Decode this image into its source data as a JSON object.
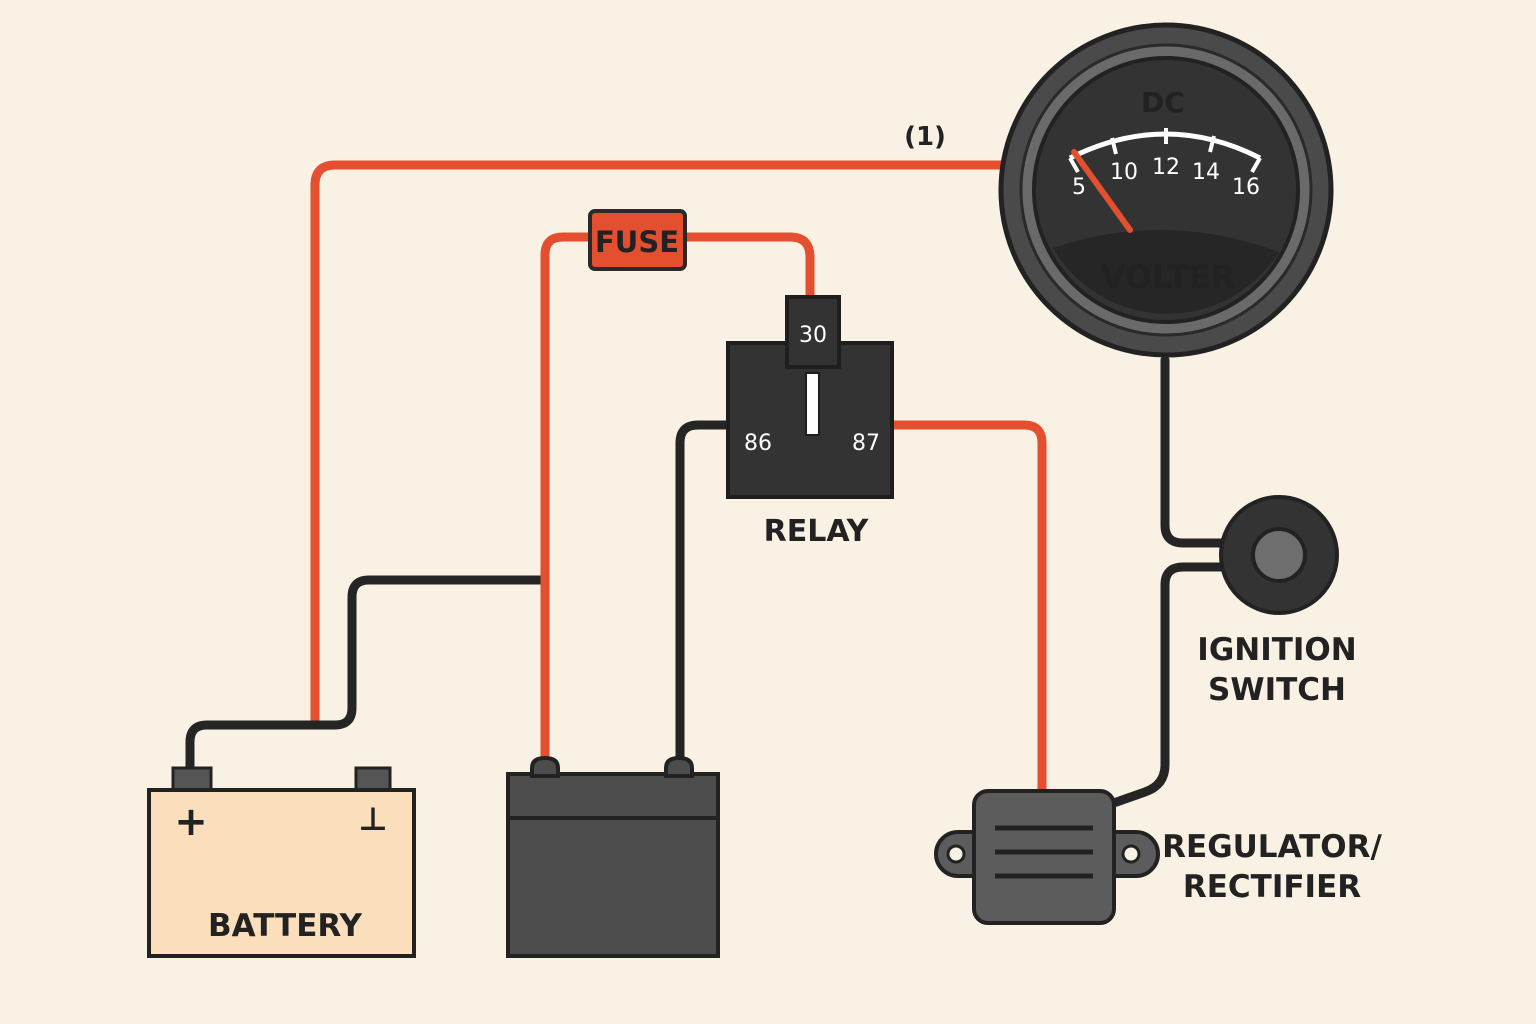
{
  "colors": {
    "background": "#f8f1e4",
    "red_wire": "#e4502f",
    "black_wire": "#252525",
    "component_dark": "#333333",
    "battery_fill": "#fbdfbd"
  },
  "wire_marker": "(1)",
  "fuse": {
    "label": "FUSE"
  },
  "relay": {
    "label": "RELAY",
    "pin_top": "30",
    "pin_left": "86",
    "pin_right": "87"
  },
  "gauge": {
    "unit": "DC",
    "name": "VOLTER",
    "scale": [
      "5",
      "10",
      "12",
      "14",
      "16"
    ],
    "needle_value": 5
  },
  "battery": {
    "label": "BATTERY",
    "plus_symbol": "+",
    "minus_symbol": "⊥"
  },
  "ignition_switch": {
    "label_line1": "IGNITION",
    "label_line2": "SWITCH"
  },
  "regulator": {
    "label_line1": "REGULATOR/",
    "label_line2": "RECTIFIER"
  }
}
